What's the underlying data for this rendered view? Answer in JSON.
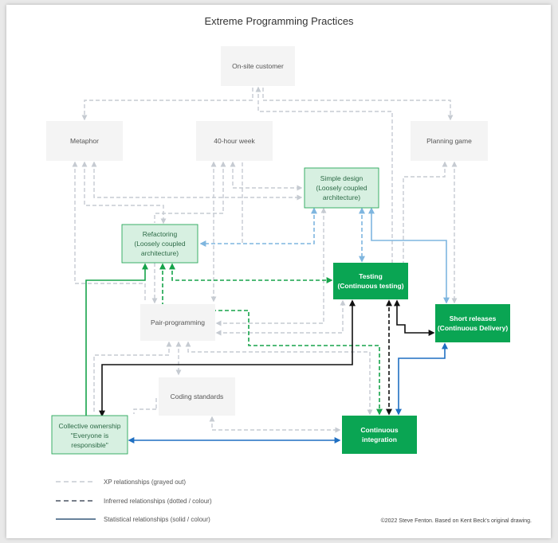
{
  "title": "Extreme Programming Practices",
  "nodes": {
    "onsite": "On-site customer",
    "metaphor": "Metaphor",
    "hour40": "40-hour week",
    "planning": "Planning game",
    "simple": [
      "Simple design",
      "(Loosely coupled",
      "architecture)"
    ],
    "refactoring": [
      "Refactoring",
      "(Loosely coupled",
      "architecture)"
    ],
    "testing": [
      "Testing",
      "(Continuous testing)"
    ],
    "short": [
      "Short releases",
      "(Continuous Delivery)"
    ],
    "pair": "Pair-programming",
    "coding": "Coding standards",
    "collective": [
      "Collective ownership",
      "\"Everyone is",
      "responsible\""
    ],
    "ci": [
      "Continuous",
      "integration"
    ]
  },
  "legend": {
    "xp": "XP relationships (grayed out)",
    "inferred": "Infrerred relationships (dotted / colour)",
    "statistical": "Statistical relationships (solid / colour)"
  },
  "footer": "©2022 Steve Fenton. Based on Kent Beck's original drawing.",
  "colors": {
    "grey_line": "#c6cbd2",
    "green_line": "#16a34a",
    "blue_line": "#1f6fc2",
    "light_blue_line": "#7fb6df",
    "black_line": "#111111",
    "dark_green_node": "#0aa553",
    "light_green_node": "#d7f0e1",
    "grey_node": "#f4f4f4"
  }
}
